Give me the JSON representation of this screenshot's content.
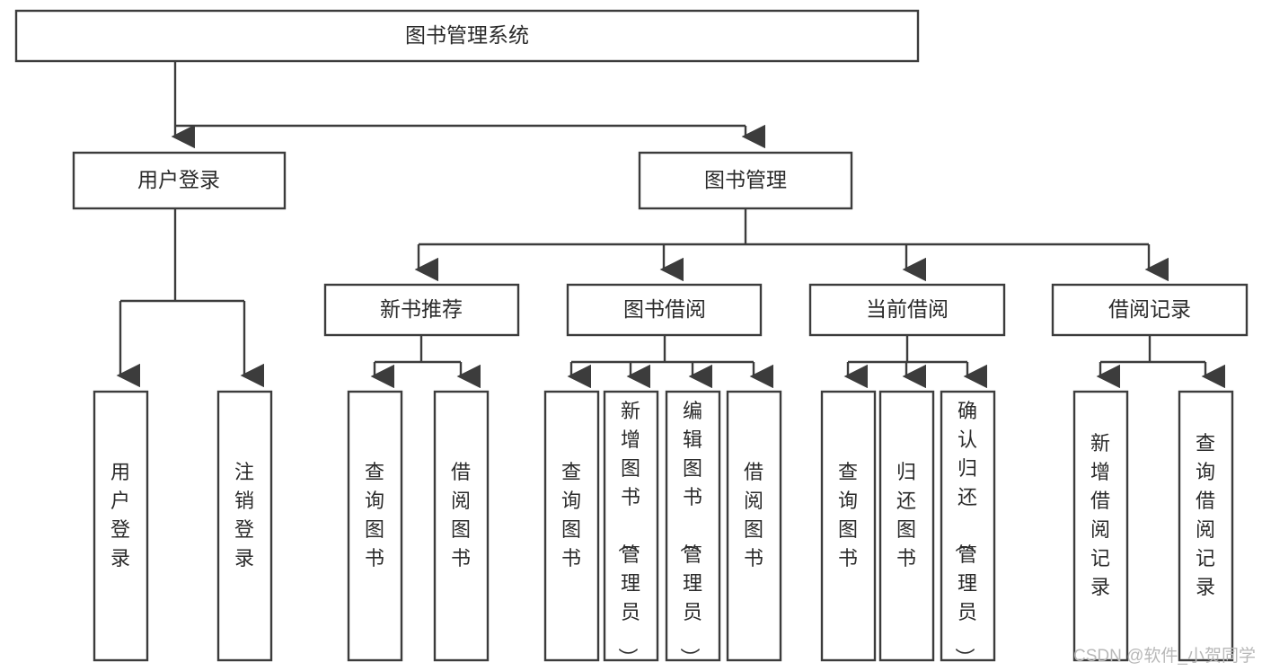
{
  "diagram": {
    "type": "tree-hierarchy",
    "title": "图书管理系统",
    "levels": 4,
    "nodes": {
      "root": {
        "label": "图书管理系统",
        "orientation": "horizontal"
      },
      "l2": [
        {
          "id": "user-login",
          "label": "用户登录",
          "orientation": "horizontal"
        },
        {
          "id": "book-manage",
          "label": "图书管理",
          "orientation": "horizontal"
        }
      ],
      "l3": [
        {
          "id": "new-book-recommend",
          "label": "新书推荐",
          "orientation": "horizontal"
        },
        {
          "id": "book-borrow",
          "label": "图书借阅",
          "orientation": "horizontal"
        },
        {
          "id": "current-borrow",
          "label": "当前借阅",
          "orientation": "horizontal"
        },
        {
          "id": "borrow-record",
          "label": "借阅记录",
          "orientation": "horizontal"
        }
      ],
      "leaves": [
        {
          "id": "leaf-user-login",
          "parent": "user-login",
          "label": "用户登录",
          "orientation": "vertical"
        },
        {
          "id": "leaf-logout-login",
          "parent": "user-login",
          "label": "注销登录",
          "orientation": "vertical"
        },
        {
          "id": "leaf-query-book-1",
          "parent": "new-book-recommend",
          "label": "查询图书",
          "orientation": "vertical"
        },
        {
          "id": "leaf-borrow-book-1",
          "parent": "new-book-recommend",
          "label": "借阅图书",
          "orientation": "vertical"
        },
        {
          "id": "leaf-query-book-2",
          "parent": "book-borrow",
          "label": "查询图书",
          "orientation": "vertical"
        },
        {
          "id": "leaf-add-book",
          "parent": "book-borrow",
          "label": "新增图书（管理员）",
          "orientation": "vertical"
        },
        {
          "id": "leaf-edit-book",
          "parent": "book-borrow",
          "label": "编辑图书（管理员）",
          "orientation": "vertical"
        },
        {
          "id": "leaf-borrow-book-2",
          "parent": "book-borrow",
          "label": "借阅图书",
          "orientation": "vertical"
        },
        {
          "id": "leaf-query-book-3",
          "parent": "current-borrow",
          "label": "查询图书",
          "orientation": "vertical"
        },
        {
          "id": "leaf-return-book",
          "parent": "current-borrow",
          "label": "归还图书",
          "orientation": "vertical"
        },
        {
          "id": "leaf-confirm-return",
          "parent": "current-borrow",
          "label": "确认归还（管理员）",
          "orientation": "vertical"
        },
        {
          "id": "leaf-add-record",
          "parent": "borrow-record",
          "label": "新增借阅记录",
          "orientation": "vertical"
        },
        {
          "id": "leaf-query-record",
          "parent": "borrow-record",
          "label": "查询借阅记录",
          "orientation": "vertical"
        }
      ]
    },
    "colors": {
      "box_fill": "#ffffff",
      "box_stroke": "#3c3c3c",
      "text": "#2b2b2b",
      "connector": "#3c3c3c",
      "background": "#ffffff",
      "watermark": "#b8b8b8"
    }
  },
  "watermark": {
    "text": "CSDN @软件_小贺同学"
  }
}
